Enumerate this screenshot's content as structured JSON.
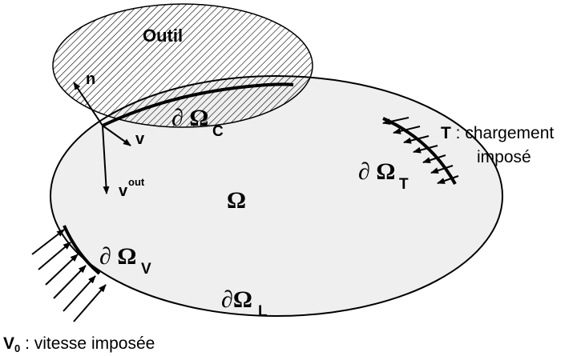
{
  "labels": {
    "tool": "Outil",
    "n": "n",
    "v": "v",
    "vout_base": "v",
    "vout_sup": "out",
    "omega": "Ω",
    "boundary_contact": "∂ Ω",
    "boundary_contact_sub": "C",
    "boundary_traction": "∂ Ω",
    "boundary_traction_sub": "T",
    "boundary_velocity": "∂ Ω",
    "boundary_velocity_sub": "V",
    "boundary_free": "∂Ω",
    "boundary_free_sub": "L",
    "load_symbol": "T",
    "load_text_line1": " : chargement",
    "load_text_line2": "imposé",
    "velocity_symbol": "V",
    "velocity_symbol_sub": "0",
    "velocity_text": " : vitesse imposée"
  },
  "colors": {
    "body_fill": "#efefef",
    "stroke": "#000000",
    "hatch": "#000000"
  }
}
